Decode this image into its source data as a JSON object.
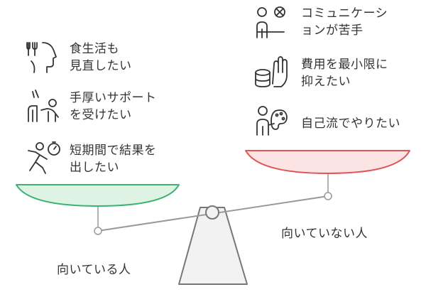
{
  "left_group": {
    "label": "向いている人",
    "items": [
      {
        "line1": "食生活も",
        "line2": "見直したい",
        "icon": "head-fork-icon"
      },
      {
        "line1": "手厚いサポート",
        "line2": "を受けたい",
        "icon": "support-person-icon"
      },
      {
        "line1": "短期間で結果を",
        "line2": "出したい",
        "icon": "running-stopwatch-icon"
      }
    ]
  },
  "right_group": {
    "label": "向いていない人",
    "items": [
      {
        "line1": "コミュニケーシ",
        "line2": "ョンが苦手",
        "icon": "person-no-talk-icon"
      },
      {
        "line1": "費用を最小限に",
        "line2": "抑えたい",
        "icon": "hand-coins-icon"
      },
      {
        "line1": "自己流でやりたい",
        "line2": "",
        "icon": "person-palette-icon"
      }
    ]
  },
  "colors": {
    "left_pan_fill": "#dff3e4",
    "left_pan_stroke": "#3cb371",
    "right_pan_fill": "#fde4e4",
    "right_pan_stroke": "#e05555",
    "beam": "#999999",
    "stand_fill": "#f2f2f2",
    "stand_stroke": "#777777"
  }
}
